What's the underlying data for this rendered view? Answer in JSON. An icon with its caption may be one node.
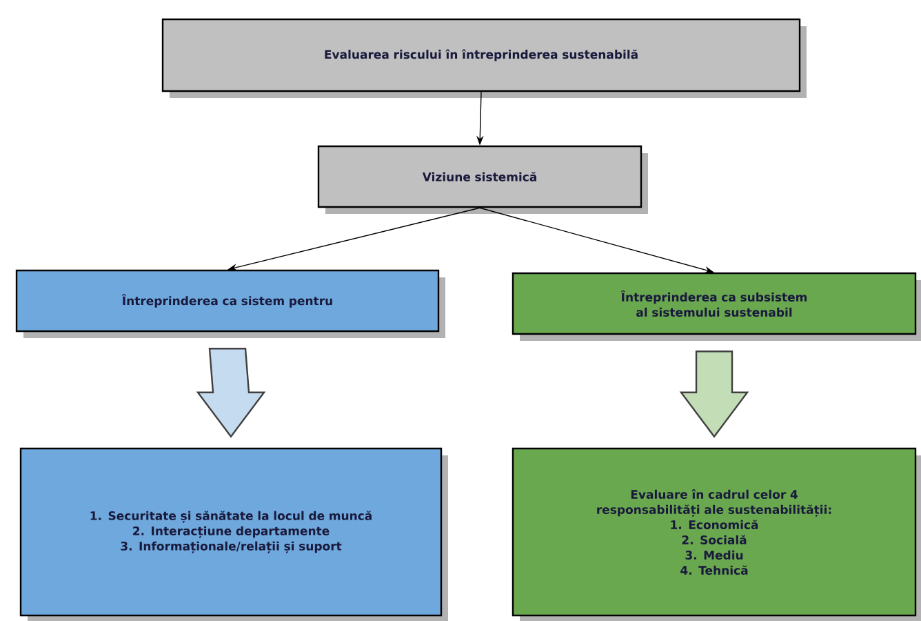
{
  "diagram": {
    "nodes": [
      {
        "text": [
          "Evaluarea riscului în întreprinderea sustenabilă"
        ]
      },
      {
        "text": [
          "Viziune sistemică"
        ]
      },
      {
        "text": [
          "Întreprinderea ca sistem pentru"
        ]
      },
      {
        "text": [
          "Întreprinderea ca subsistem al sistemului sustenabil"
        ]
      },
      {
        "text": [
          "1. Securitate și sănătate la locul de muncă",
          "2. Interacțiune departamente",
          "3. Informaționale/relații și suport"
        ]
      },
      {
        "text": [
          "Evaluare în cadrul celor 4 responsabilități ale sustenabilității:",
          "1. Economică",
          "2. Socială",
          "3. Mediu",
          "4. Tehnică"
        ]
      }
    ],
    "edges": [
      {
        "from": 0,
        "to": 1,
        "arrow": "to"
      },
      {
        "from": 1,
        "to": 2,
        "arrow": "to"
      },
      {
        "from": 1,
        "to": 3,
        "arrow": "to"
      },
      {
        "from": 2,
        "to": 4,
        "arrow": "to",
        "style": "thick",
        "color": "#c5dbf0"
      },
      {
        "from": 3,
        "to": 5,
        "arrow": "to",
        "style": "thick",
        "color": "#c3deb6"
      }
    ]
  }
}
